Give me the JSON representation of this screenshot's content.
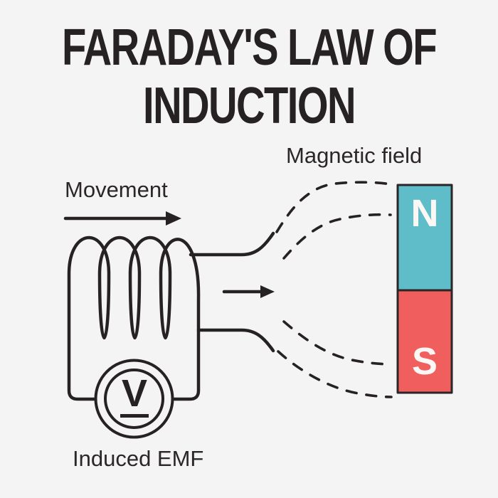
{
  "title": {
    "line1": "FARADAY'S LAW OF",
    "line2": "INDUCTION"
  },
  "labels": {
    "movement": "Movement",
    "magnetic_field": "Magnetic field",
    "induced_emf": "Induced EMF"
  },
  "magnet": {
    "north_label": "N",
    "south_label": "S",
    "north_color": "#5fbcc9",
    "south_color": "#f05e5e",
    "pole_label_color": "#fbf7f4",
    "border_color": "#2a2526"
  },
  "voltmeter": {
    "symbol": "V"
  },
  "colors": {
    "background": "#f5f4f5",
    "ink": "#262223"
  }
}
